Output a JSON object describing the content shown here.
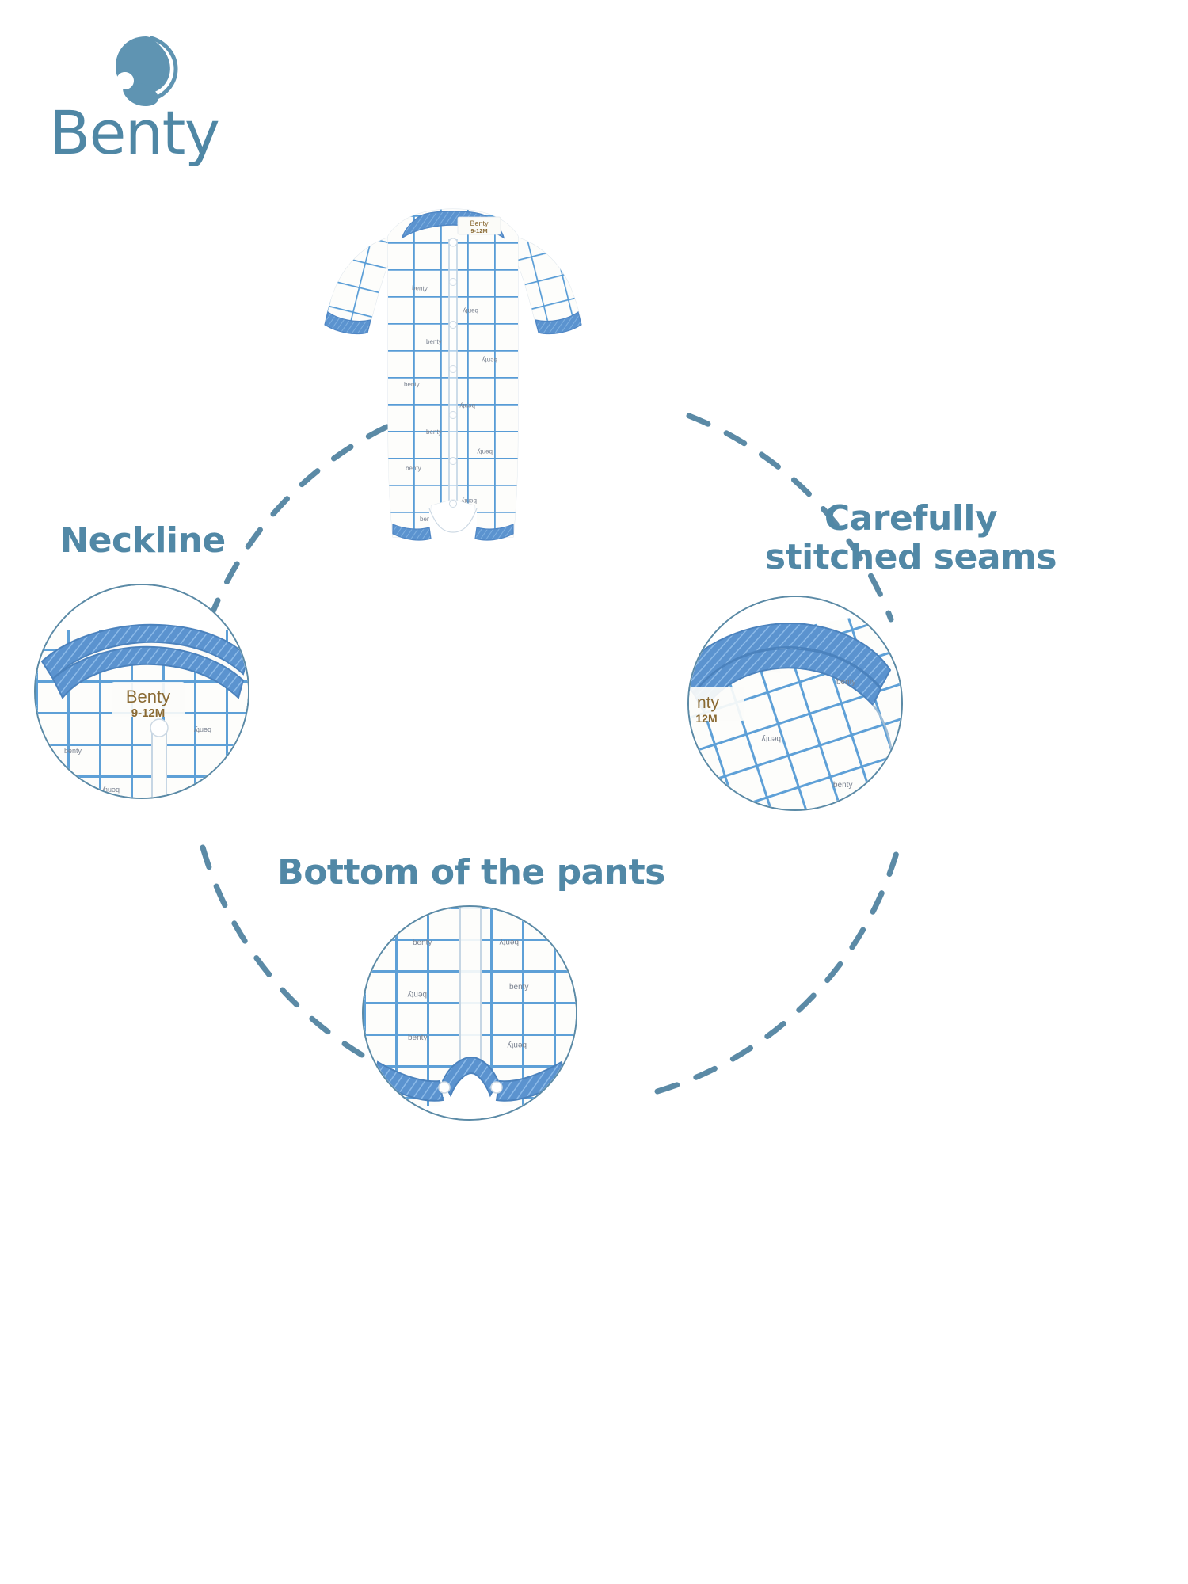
{
  "brand": {
    "name": "Benty",
    "logo_icon": "mother-and-baby-mark",
    "accent_color": "#4f87a5"
  },
  "product": {
    "garment": "short-sleeve baby romper",
    "pattern": "blue windowpane grid print on white",
    "print_text": "benty",
    "binding_color": "#5b93cf",
    "grid_color": "#2f82c9",
    "neck_tag": {
      "brand_line": "Benty",
      "size_line": "9-12M",
      "text_color": "#8a6a33"
    }
  },
  "features": [
    {
      "id": "neckline",
      "label": "Neckline",
      "detail": "neckline-closeup"
    },
    {
      "id": "seams",
      "label": "Carefully\nstitched seams",
      "detail": "stitched-seam-closeup"
    },
    {
      "id": "pants",
      "label": "Bottom of the pants",
      "detail": "pants-bottom-closeup"
    }
  ],
  "colors": {
    "label_blue": "#5188a6",
    "ring_stroke": "#5b8aa6",
    "background": "#ffffff"
  },
  "layout": {
    "connector": "dashed-circle",
    "circle_count": 3
  }
}
